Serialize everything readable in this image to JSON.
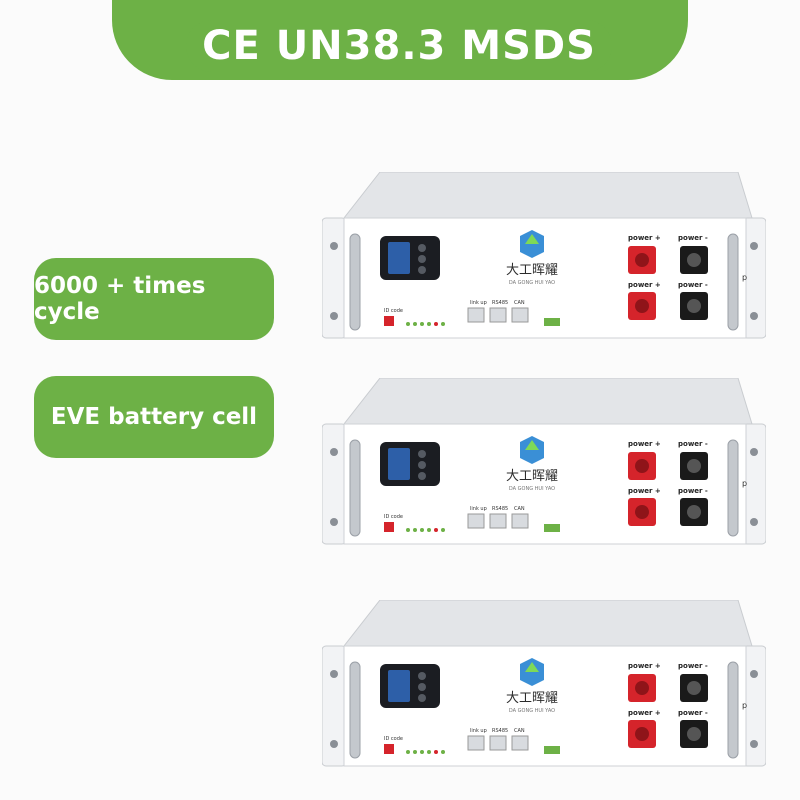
{
  "banner": {
    "title": "CE UN38.3 MSDS"
  },
  "features": [
    {
      "label": "6000 + times cycle"
    },
    {
      "label": "EVE battery cell"
    }
  ],
  "unit_labels": {
    "brand_cn": "大工晖耀",
    "brand_pinyin": "DA GONG HUI YAO",
    "power_plus": "power +",
    "power_minus": "power -",
    "id_code": "ID code",
    "link_up": "link up",
    "rs485": "RS485",
    "can": "CAN",
    "edge_mark": "p"
  },
  "colors": {
    "green": "#6db146",
    "positive": "#d5242b",
    "negative": "#1a1a1a",
    "chassis": "#e9ebee"
  }
}
